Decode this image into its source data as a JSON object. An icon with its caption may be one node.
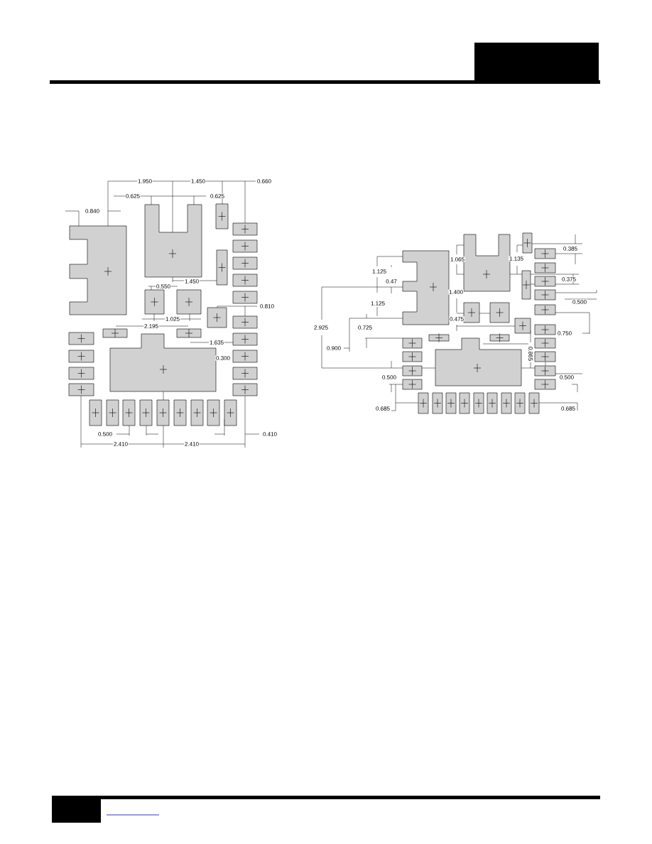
{
  "diagram": {
    "labels": [
      "1.950",
      "1.450",
      "0.660",
      "0.625",
      "0.625",
      "0.840",
      "1.450",
      "0.550",
      "0.810",
      "1.025",
      "2.195",
      "1.635",
      "0.300",
      "0.500",
      "0.410",
      "2.410",
      "2.410",
      "0.385",
      "1.065",
      "1.135",
      "1.125",
      "0.47",
      "0.375",
      "1.400",
      "1.125",
      "0.500",
      "0.475",
      "2.925",
      "0.725",
      "0.750",
      "0.900",
      "0.865",
      "0.500",
      "0.500",
      "0.685",
      "0.685"
    ]
  }
}
